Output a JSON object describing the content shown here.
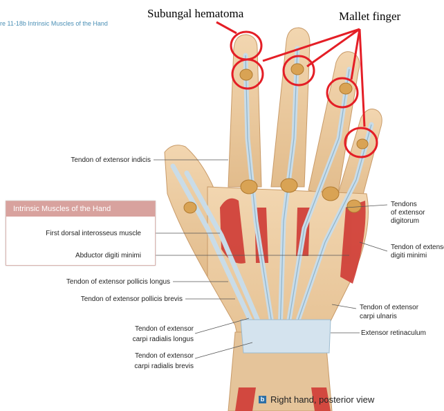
{
  "figure_label": "re 11-18b  Intrinsic Muscles of the Hand",
  "callouts": {
    "subungal": "Subungal hematoma",
    "mallet": "Mallet finger"
  },
  "box": {
    "title": "Intrinsic Muscles of the Hand",
    "items": [
      "First dorsal interosseus muscle",
      "Abductor digiti minimi"
    ]
  },
  "left_labels": {
    "extensor_indicis": "Tendon of extensor indicis",
    "pollicis_longus": "Tendon of extensor pollicis longus",
    "pollicis_brevis": "Tendon of extensor pollicis brevis",
    "carpi_longus_1": "Tendon of extensor",
    "carpi_longus_2": "carpi radialis longus",
    "carpi_brevis_1": "Tendon of extensor",
    "carpi_brevis_2": "carpi radialis brevis"
  },
  "right_labels": {
    "digitorum_1": "Tendons",
    "digitorum_2": "of extensor",
    "digitorum_3": "digitorum",
    "digiti_minimi_1": "Tendon of extensor",
    "digiti_minimi_2": "digiti minimi",
    "carpi_ulnaris_1": "Tendon of extensor",
    "carpi_ulnaris_2": "carpi ulnaris",
    "retinaculum": "Extensor retinaculum"
  },
  "caption": {
    "badge": "b",
    "text": "Right hand, posterior view"
  },
  "colors": {
    "callout_red": "#e41e26",
    "muscle_red": "#cf3b35",
    "tendon_blue": "#c9dce8",
    "skin": "#e9c89e",
    "bone": "#d9a354",
    "box_header": "#d8a29e",
    "badge_blue": "#2d6fa6"
  }
}
